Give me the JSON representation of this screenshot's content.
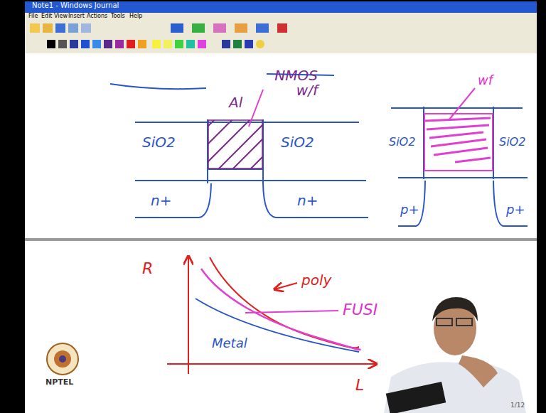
{
  "diagram": {
    "labels": [
      "Note1 - Windows Journal",
      "File",
      "Edit",
      "View",
      "Insert",
      "Actions",
      "Tools",
      "Help",
      "Al",
      "NMOS w/f",
      "SiO2",
      "SiO2",
      "n+",
      "n+",
      "wf",
      "SiO2",
      "SiO2",
      "p+",
      "p+",
      "R",
      "poly",
      "FUSI",
      "Metal",
      "L",
      "NPTEL",
      "1/12"
    ]
  }
}
